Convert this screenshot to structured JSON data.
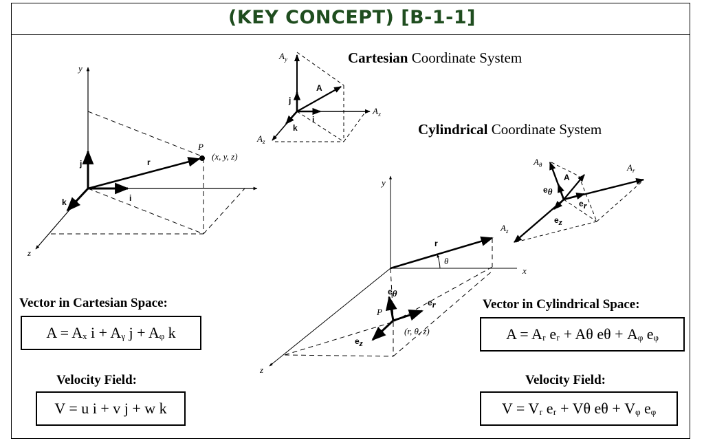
{
  "header": {
    "title": "(KEY CONCEPT) [B-1-1]",
    "title_color": "#1f4d1f"
  },
  "cartesian": {
    "label_bold": "Cartesian",
    "label_rest": " Coordinate System",
    "vector_header": "Vector in Cartesian Space:",
    "vector_equation": "A = Aₓ i + Aᵧ j + Aᵩ k",
    "velocity_header": "Velocity Field:",
    "velocity_equation": "V = u i + v j + w k",
    "axis_labels": {
      "x": "",
      "y": "y",
      "z": "z"
    },
    "unit_vectors": {
      "i": "i",
      "j": "j",
      "k": "k"
    },
    "point": {
      "name": "P",
      "coords": "(x, y, z)",
      "radius_label": "r"
    },
    "small_diagram": {
      "A": "A",
      "Ax": "A",
      "Ax_sub": "x",
      "Ay": "A",
      "Ay_sub": "y",
      "Az": "A",
      "Az_sub": "z",
      "i": "i",
      "j": "j",
      "k": "k"
    }
  },
  "cylindrical": {
    "label_bold": "Cylindrical",
    "label_rest": " Coordinate System",
    "vector_header": "Vector in Cylindrical Space:",
    "vector_equation": "A = Aᵣ eᵣ + Aθ eθ + Aᵩ eᵩ",
    "velocity_header": "Velocity Field:",
    "velocity_equation": "V = Vᵣ eᵣ + Vθ eθ + Vᵩ eᵩ",
    "axis_labels": {
      "x": "x",
      "y": "y",
      "z": "z"
    },
    "point": {
      "name": "P",
      "coords": "(r, θ, z)",
      "radius_label": "r",
      "angle_label": "θ"
    },
    "unit_vectors": {
      "er": "e",
      "er_sub": "r",
      "etheta": "e",
      "etheta_sub": "θ",
      "ez": "e",
      "ez_sub": "z"
    },
    "small_diagram": {
      "A": "A",
      "Ar": "A",
      "Ar_sub": "r",
      "Atheta": "A",
      "Atheta_sub": "θ",
      "Az": "A",
      "Az_sub": "z",
      "er": "e",
      "er_sub": "r",
      "etheta": "e",
      "etheta_sub": "θ",
      "ez": "e",
      "ez_sub": "z"
    }
  }
}
